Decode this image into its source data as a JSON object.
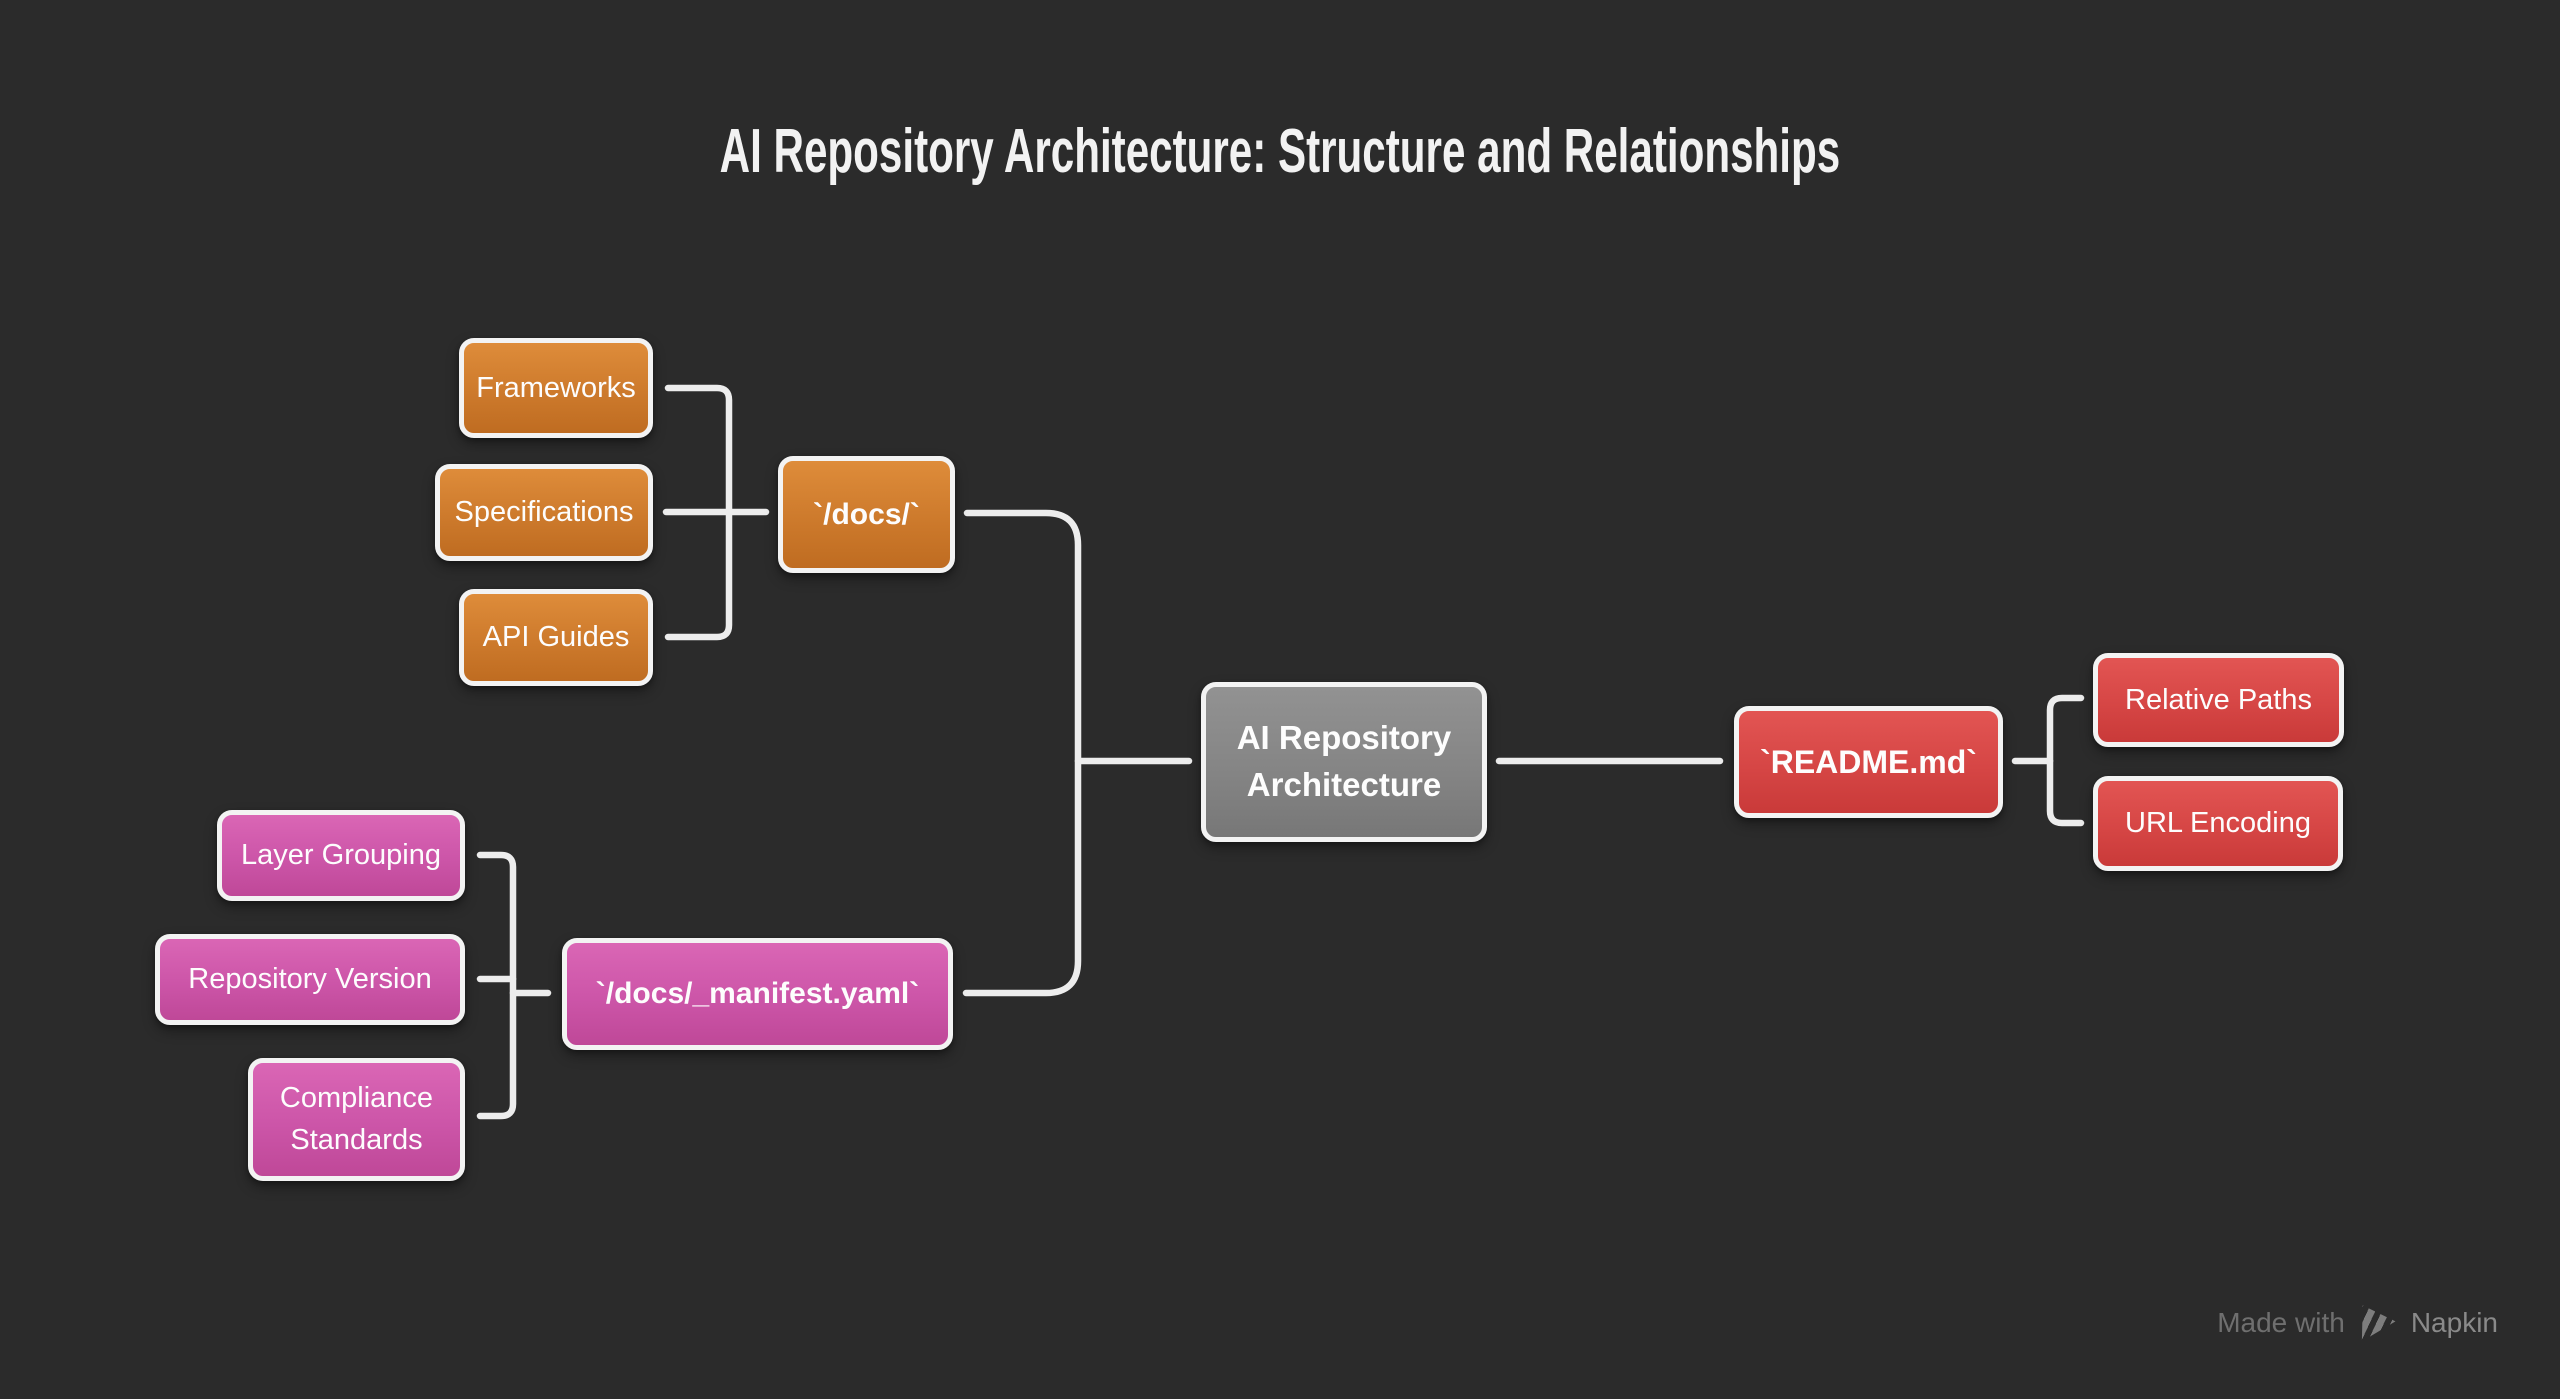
{
  "title": "AI Repository Architecture: Structure and Relationships",
  "nodes": [
    {
      "id": "frameworks",
      "label": "Frameworks",
      "group": "orange",
      "role": "leaf"
    },
    {
      "id": "specifications",
      "label": "Specifications",
      "group": "orange",
      "role": "leaf"
    },
    {
      "id": "api-guides",
      "label": "API Guides",
      "group": "orange",
      "role": "leaf"
    },
    {
      "id": "docs",
      "label": "`/docs/`",
      "group": "orange",
      "role": "parent"
    },
    {
      "id": "layer-grouping",
      "label": "Layer Grouping",
      "group": "pink",
      "role": "leaf"
    },
    {
      "id": "repository-version",
      "label": "Repository Version",
      "group": "pink",
      "role": "leaf"
    },
    {
      "id": "compliance-standards",
      "label": "Compliance Standards",
      "group": "pink",
      "role": "leaf"
    },
    {
      "id": "manifest",
      "label": "`/docs/_manifest.yaml`",
      "group": "pink",
      "role": "parent"
    },
    {
      "id": "root",
      "label": "AI Repository Architecture",
      "group": "gray",
      "role": "root"
    },
    {
      "id": "readme",
      "label": "`README.md`",
      "group": "red",
      "role": "parent"
    },
    {
      "id": "relative-paths",
      "label": "Relative Paths",
      "group": "red",
      "role": "leaf"
    },
    {
      "id": "url-encoding",
      "label": "URL Encoding",
      "group": "red",
      "role": "leaf"
    }
  ],
  "edges": [
    {
      "from": "frameworks",
      "to": "docs"
    },
    {
      "from": "specifications",
      "to": "docs"
    },
    {
      "from": "api-guides",
      "to": "docs"
    },
    {
      "from": "docs",
      "to": "root"
    },
    {
      "from": "layer-grouping",
      "to": "manifest"
    },
    {
      "from": "repository-version",
      "to": "manifest"
    },
    {
      "from": "compliance-standards",
      "to": "manifest"
    },
    {
      "from": "manifest",
      "to": "root"
    },
    {
      "from": "root",
      "to": "readme"
    },
    {
      "from": "readme",
      "to": "relative-paths"
    },
    {
      "from": "readme",
      "to": "url-encoding"
    }
  ],
  "colors": {
    "background": "#2b2b2b",
    "connector": "#ededed",
    "node_border": "#f3f3f3",
    "node_text": "#fdfdfd",
    "orange_top": "#de8c3a",
    "orange_bottom": "#bf6c21",
    "pink_top": "#da66b5",
    "pink_bottom": "#bf4898",
    "red_top": "#e25553",
    "red_bottom": "#c93a39",
    "gray_top": "#929292",
    "gray_bottom": "#777777"
  },
  "watermark": {
    "made_with": "Made with",
    "brand": "Napkin"
  }
}
